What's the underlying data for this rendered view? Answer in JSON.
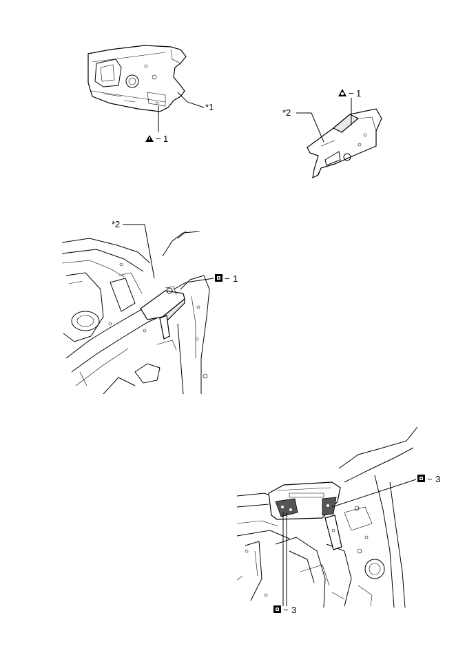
{
  "callouts": {
    "fig1_part": "*1",
    "fig1_qty": "1",
    "fig2_part": "*2",
    "fig2_qty": "1",
    "fig3_part": "*2",
    "fig3_qty": "1",
    "fig4_qty_right": "3",
    "fig4_qty_bottom": "3",
    "dash": "−"
  },
  "symbols": {
    "fig1": "warning-triangle-icon",
    "fig2": "spot-weld-triangle-icon",
    "fig3": "square-weld-icon",
    "fig4": "square-weld-icon"
  }
}
